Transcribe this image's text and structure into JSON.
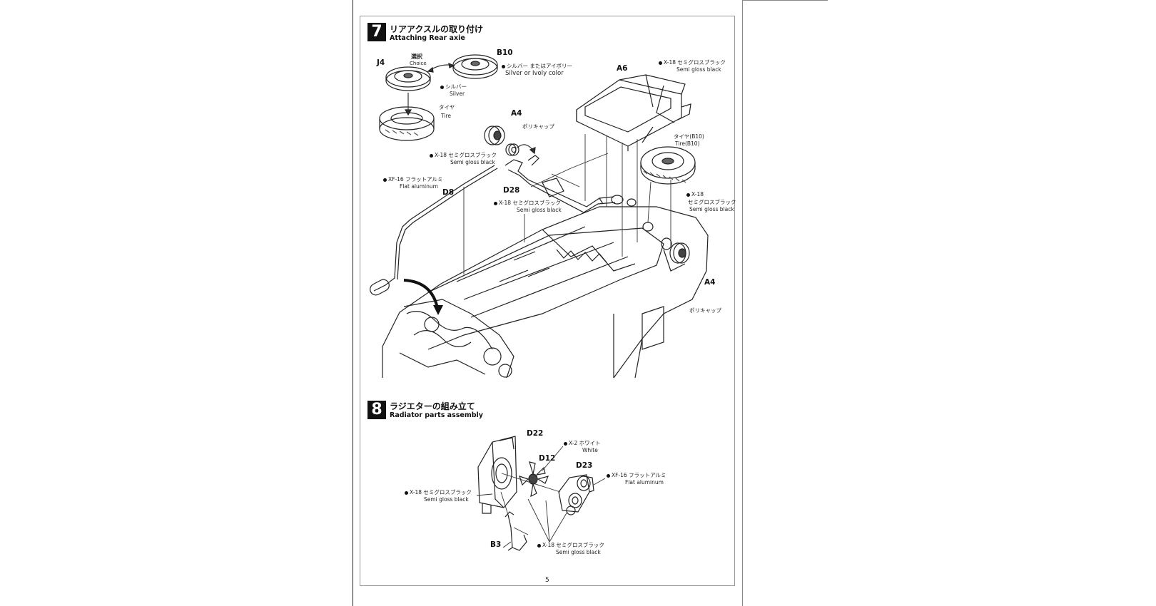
{
  "page_number": "5",
  "step7": {
    "number": "7",
    "title_jp": "リアアクスルの取り付け",
    "title_en": "Attaching Rear axie",
    "choice_jp": "選択",
    "choice_en": "Choice",
    "parts": {
      "j4": "J4",
      "b10": "B10",
      "a4_top": "A4",
      "a6": "A6",
      "d8": "D8",
      "d28": "D28",
      "a4_bottom": "A4"
    },
    "notes": {
      "silver_jp": "シルバー",
      "silver_en": "Silver",
      "silver_or_ivory_jp": "シルバー またはアイボリー",
      "silver_or_ivory_en": "Silver or Ivoly color",
      "tire_jp": "タイヤ",
      "tire_en": "Tire",
      "a6_paint_jp": "X-18 セミグロスブラック",
      "a6_paint_en": "Semi gloss black",
      "polycap_top": "ポリキャップ",
      "a4_paint_jp": "X-18 セミグロスブラック",
      "a4_paint_en": "Semi gloss black",
      "spare_tire_jp": "タイヤ(B10)",
      "spare_tire_en": "Tire(B10)",
      "d8_paint_jp": "XF-16 フラットアルミ",
      "d8_paint_en": "Flat aluminum",
      "d28_paint_jp": "X-18 セミグロスブラック",
      "d28_paint_en": "Semi gloss black",
      "right_paint_1": "X-18",
      "right_paint_2": "セミグロスブラック",
      "right_paint_en": "Semi gloss black",
      "polycap_bottom": "ポリキャップ"
    }
  },
  "step8": {
    "number": "8",
    "title_jp": "ラジエターの組み立て",
    "title_en": "Radiator parts assembly",
    "parts": {
      "d22": "D22",
      "d12": "D12",
      "d23": "D23",
      "b3": "B3"
    },
    "notes": {
      "white_jp": "X-2 ホワイト",
      "white_en": "White",
      "flat_alu_jp": "XF-16 フラットアルミ",
      "flat_alu_en": "Flat aluminum",
      "left_paint_jp": "X-18 セミグロスブラック",
      "left_paint_en": "Semi gloss black",
      "bottom_paint_jp": "X-18 セミグロスブラック",
      "bottom_paint_en": "Semi gloss black"
    }
  }
}
